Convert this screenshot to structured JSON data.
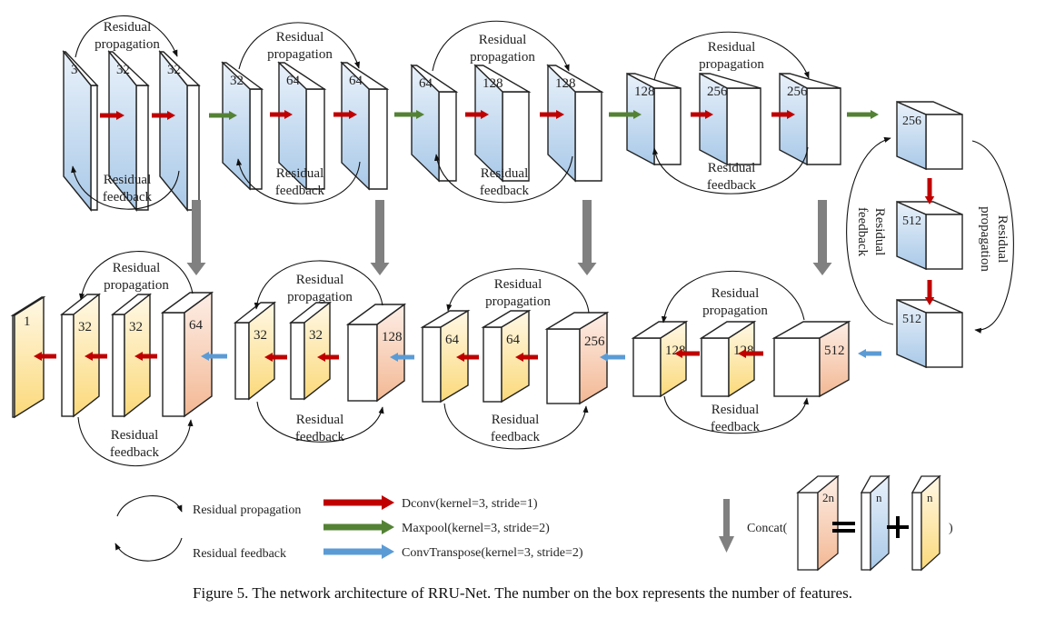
{
  "colors": {
    "blue_top": "#e9f1fa",
    "blue_bottom": "#a9c9e8",
    "yellow_top": "#fff8e6",
    "yellow_bottom": "#fbd97a",
    "orange_top": "#fdeee6",
    "orange_bottom": "#f3b894",
    "dconv": "#c00000",
    "maxpool": "#548235",
    "convtranspose": "#5b9bd5",
    "concat": "#808080"
  },
  "labels": {
    "residual": "Residual",
    "propagation": "propagation",
    "feedback": "feedback"
  },
  "encoder": [
    {
      "stage": 1,
      "blocks": [
        "3",
        "32",
        "32"
      ]
    },
    {
      "stage": 2,
      "blocks": [
        "32",
        "64",
        "64"
      ]
    },
    {
      "stage": 3,
      "blocks": [
        "64",
        "128",
        "128"
      ]
    },
    {
      "stage": 4,
      "blocks": [
        "128",
        "256",
        "256"
      ]
    }
  ],
  "bottleneck": {
    "blocks": [
      "256",
      "512",
      "512"
    ]
  },
  "decoder": [
    {
      "stage": 1,
      "blocks": [
        "512",
        "128",
        "128"
      ]
    },
    {
      "stage": 2,
      "blocks": [
        "256",
        "64",
        "64"
      ]
    },
    {
      "stage": 3,
      "blocks": [
        "128",
        "32",
        "32"
      ]
    },
    {
      "stage": 4,
      "blocks": [
        "64",
        "32",
        "32"
      ]
    },
    {
      "stage": "output",
      "blocks": [
        "1"
      ]
    }
  ],
  "legend": {
    "residual_propagation": "Residual propagation",
    "residual_feedback": "Residual feedback",
    "dconv": "Dconv(kernel=3, stride=1)",
    "maxpool": "Maxpool(kernel=3, stride=2)",
    "convtranspose": "ConvTranspose(kernel=3, stride=2)",
    "concat_prefix": "Concat(",
    "concat_suffix": ")",
    "concat_2n": "2n",
    "concat_n": "n"
  },
  "caption": "Figure 5. The network architecture of RRU-Net. The number on the box represents the number of features."
}
